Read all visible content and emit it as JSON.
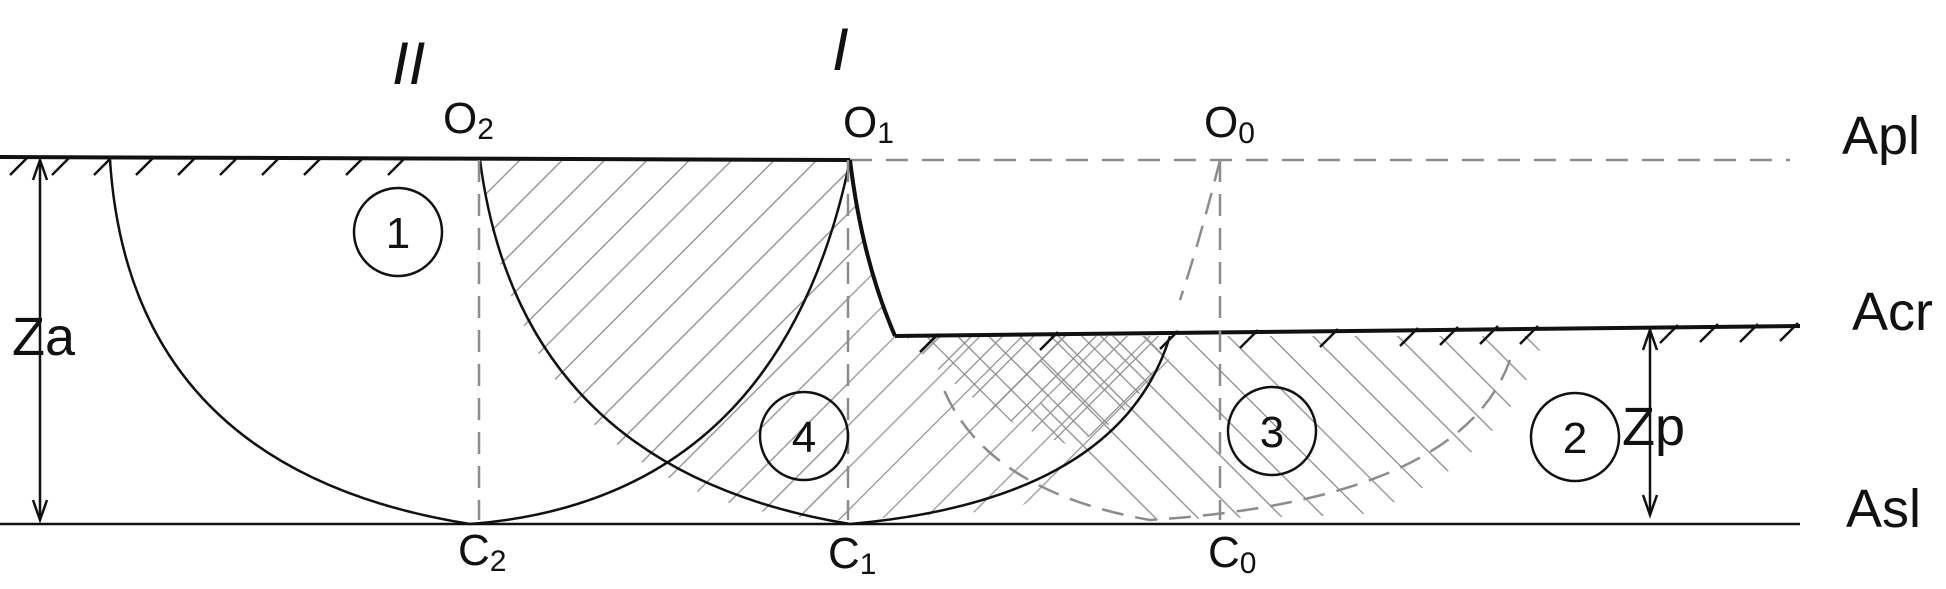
{
  "levels": {
    "top": "Apl",
    "middle": "Acr",
    "bottom": "Asl"
  },
  "dimensions": {
    "left": "Za",
    "right": "Zp"
  },
  "positions": {
    "first": "I",
    "second": "II"
  },
  "points": {
    "o2": {
      "base": "O",
      "sub": "2"
    },
    "o1": {
      "base": "O",
      "sub": "1"
    },
    "o0": {
      "base": "O",
      "sub": "0"
    },
    "c2": {
      "base": "C",
      "sub": "2"
    },
    "c1": {
      "base": "C",
      "sub": "1"
    },
    "c0": {
      "base": "C",
      "sub": "0"
    }
  },
  "zones": {
    "z1": "1",
    "z2": "2",
    "z3": "3",
    "z4": "4"
  },
  "colors": {
    "line": "#111111",
    "hatch": "#9a9a9a",
    "dash": "#8c8c8c"
  }
}
